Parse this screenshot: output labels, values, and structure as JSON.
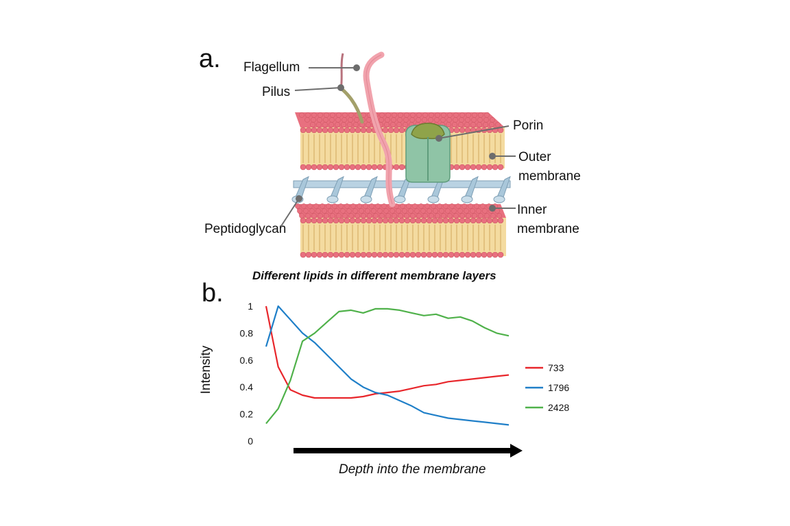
{
  "panel_a": {
    "letter": "a.",
    "labels": {
      "flagellum": "Flagellum",
      "pilus": "Pilus",
      "porin": "Porin",
      "outer_membrane_line1": "Outer",
      "outer_membrane_line2": "membrane",
      "inner_membrane_line1": "Inner",
      "inner_membrane_line2": "membrane",
      "peptidoglycan": "Peptidoglycan"
    },
    "colors": {
      "lipid_head": "#e8707f",
      "lipid_tail": "#f4dba0",
      "peptidoglycan_rod": "#a9c7da",
      "porin_top": "#8fa34a",
      "porin_body": "#8fc4a6",
      "flagellum": "#f1a3ad",
      "pilus": "#c9b77a"
    }
  },
  "panel_b": {
    "letter": "b.",
    "heading": "Different lipids in different membrane layers",
    "arrow_label": "Depth into the membrane"
  },
  "chart_data": {
    "type": "line",
    "title": "",
    "ylabel": "Intensity",
    "xlabel": "",
    "ylim": [
      0,
      1
    ],
    "yticks": [
      "1",
      "0.8",
      "0.6",
      "0.4",
      "0.2",
      "0"
    ],
    "grid": false,
    "legend_position": "right",
    "x": [
      0,
      0.05,
      0.1,
      0.15,
      0.2,
      0.25,
      0.3,
      0.35,
      0.4,
      0.45,
      0.5,
      0.55,
      0.6,
      0.65,
      0.7,
      0.75,
      0.8,
      0.85,
      0.9,
      0.95,
      1.0
    ],
    "series": [
      {
        "name": "733",
        "color": "#e8262b",
        "values": [
          1.0,
          0.55,
          0.38,
          0.34,
          0.32,
          0.32,
          0.32,
          0.32,
          0.33,
          0.35,
          0.36,
          0.37,
          0.39,
          0.41,
          0.42,
          0.44,
          0.45,
          0.46,
          0.47,
          0.48,
          0.49
        ]
      },
      {
        "name": "1796",
        "color": "#1f7fc8",
        "values": [
          0.7,
          1.0,
          0.9,
          0.8,
          0.73,
          0.64,
          0.55,
          0.46,
          0.4,
          0.36,
          0.34,
          0.3,
          0.26,
          0.21,
          0.19,
          0.17,
          0.16,
          0.15,
          0.14,
          0.13,
          0.12
        ]
      },
      {
        "name": "2428",
        "color": "#4fb14a",
        "values": [
          0.13,
          0.24,
          0.45,
          0.74,
          0.8,
          0.88,
          0.96,
          0.97,
          0.95,
          0.98,
          0.98,
          0.97,
          0.95,
          0.93,
          0.94,
          0.91,
          0.92,
          0.89,
          0.84,
          0.8,
          0.78
        ]
      }
    ]
  }
}
